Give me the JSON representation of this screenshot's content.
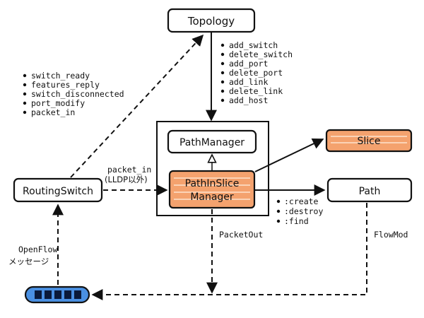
{
  "colors": {
    "ink": "#111111",
    "orange_fill": "#f4a26e",
    "orange_stripe": "#fbd3b6",
    "switch_fill": "#4a90e2",
    "switch_port": "#0a1a3a"
  },
  "nodes": {
    "topology": "Topology",
    "path_manager": "PathManager",
    "path_in_slice_manager_line1": "PathInSlice",
    "path_in_slice_manager_line2": "Manager",
    "slice": "Slice",
    "routing_switch": "RoutingSwitch",
    "path": "Path"
  },
  "labels": {
    "topology_events": [
      "add_switch",
      "delete_switch",
      "add_port",
      "delete_port",
      "add_link",
      "delete_link",
      "add_host"
    ],
    "routing_switch_events": [
      "switch_ready",
      "features_reply",
      "switch_disconnected",
      "port_modify",
      "packet_in"
    ],
    "packet_in": "packet_in",
    "packet_in_note": "(LLDP以外)",
    "path_methods": [
      ":create",
      ":destroy",
      ":find"
    ],
    "packet_out": "PacketOut",
    "flow_mod": "FlowMod",
    "openflow": "OpenFlow",
    "openflow_message": "メッセージ"
  },
  "icons": {
    "switch": "network-switch-icon"
  }
}
